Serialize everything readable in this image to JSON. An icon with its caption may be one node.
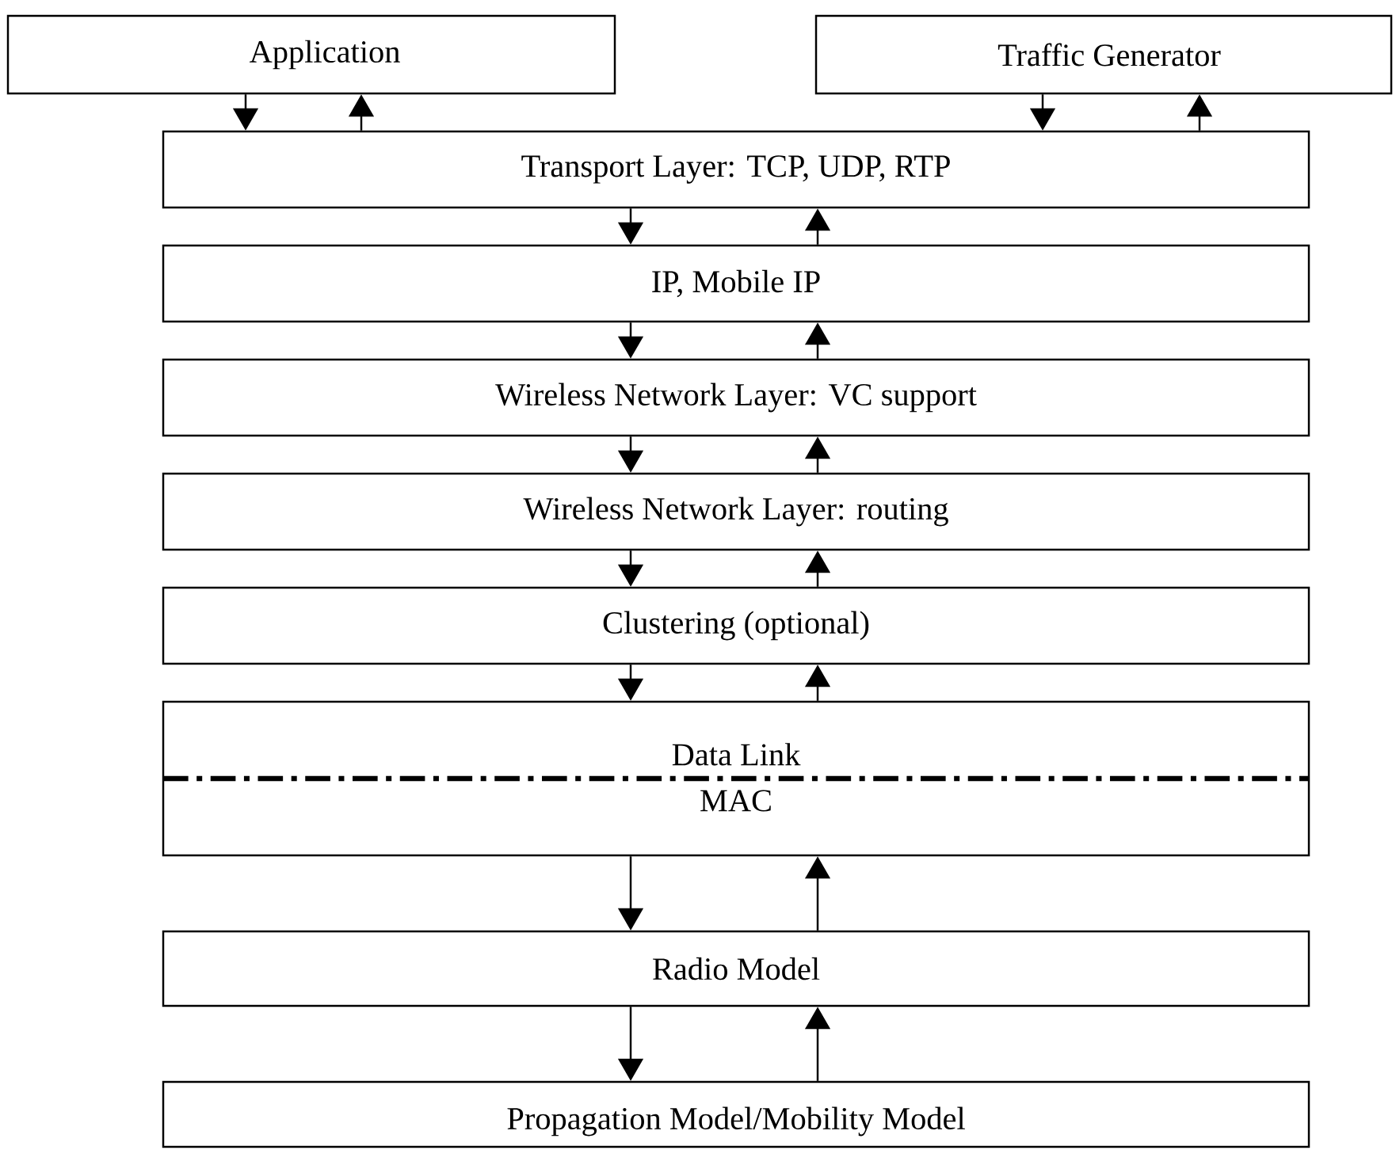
{
  "diagram": {
    "nodes": [
      {
        "text": [
          "Application"
        ]
      },
      {
        "text": [
          "Traffic Generator"
        ]
      },
      {
        "text": [
          "Transport Layer: TCP, UDP, RTP"
        ]
      },
      {
        "text": [
          "IP, Mobile IP"
        ]
      },
      {
        "text": [
          "Wireless Network Layer: VC support"
        ]
      },
      {
        "text": [
          "Wireless Network Layer: routing"
        ]
      },
      {
        "text": [
          "Clustering (optional)"
        ]
      },
      {
        "text": [
          "Data Link",
          "MAC"
        ]
      },
      {
        "text": [
          "Radio Model"
        ]
      },
      {
        "text": [
          "Propagation Model/Mobility Model"
        ]
      }
    ],
    "edges": [
      {
        "from": 0,
        "to": 2,
        "arrow": "to"
      },
      {
        "from": 2,
        "to": 0,
        "arrow": "to"
      },
      {
        "from": 1,
        "to": 2,
        "arrow": "to"
      },
      {
        "from": 2,
        "to": 1,
        "arrow": "to"
      },
      {
        "from": 2,
        "to": 3,
        "arrow": "to"
      },
      {
        "from": 3,
        "to": 2,
        "arrow": "to"
      },
      {
        "from": 3,
        "to": 4,
        "arrow": "to"
      },
      {
        "from": 4,
        "to": 3,
        "arrow": "to"
      },
      {
        "from": 4,
        "to": 5,
        "arrow": "to"
      },
      {
        "from": 5,
        "to": 4,
        "arrow": "to"
      },
      {
        "from": 5,
        "to": 6,
        "arrow": "to"
      },
      {
        "from": 6,
        "to": 5,
        "arrow": "to"
      },
      {
        "from": 6,
        "to": 7,
        "arrow": "to"
      },
      {
        "from": 7,
        "to": 6,
        "arrow": "to"
      },
      {
        "from": 7,
        "to": 8,
        "arrow": "to"
      },
      {
        "from": 8,
        "to": 7,
        "arrow": "to"
      },
      {
        "from": 8,
        "to": 9,
        "arrow": "to"
      },
      {
        "from": 9,
        "to": 8,
        "arrow": "to"
      }
    ]
  }
}
